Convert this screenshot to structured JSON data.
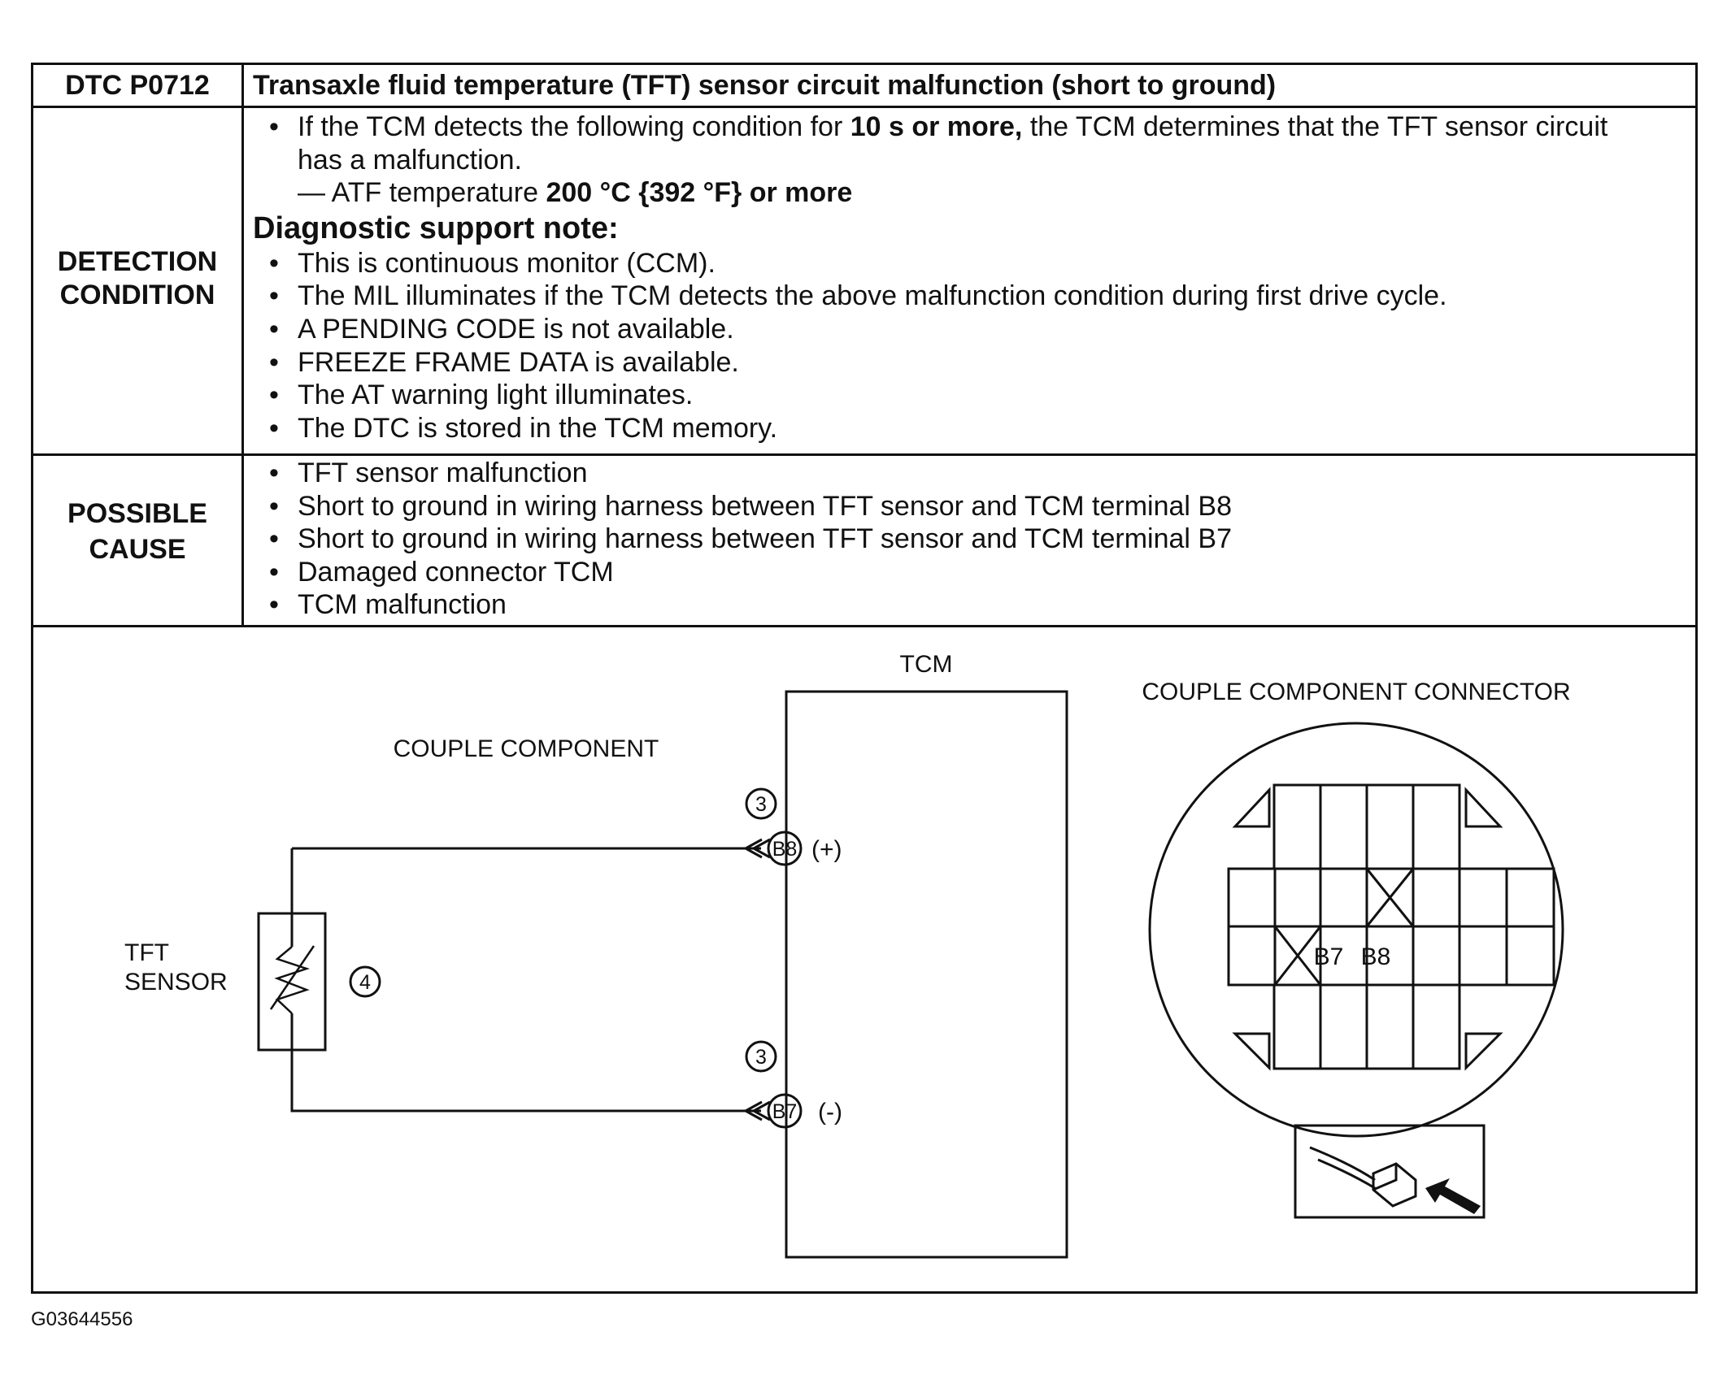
{
  "header": {
    "code": "DTC P0712",
    "title": "Transaxle fluid temperature (TFT) sensor circuit malfunction (short to ground)"
  },
  "detection": {
    "label_line1": "DETECTION",
    "label_line2": "CONDITION",
    "intro_a": "If the TCM detects the following condition for ",
    "intro_b": "10 s or more,",
    "intro_c": " the TCM determines that the TFT sensor circuit",
    "intro_d": "has a malfunction.",
    "cond_a": "— ATF temperature ",
    "cond_b": "200 °C {392 °F} or more",
    "support_title": "Diagnostic support note:",
    "notes": [
      "This is continuous monitor (CCM).",
      "The MIL illuminates if the TCM detects the above malfunction condition during first drive cycle.",
      "A PENDING CODE is not available.",
      "FREEZE FRAME DATA is available.",
      "The AT warning light illuminates.",
      "The DTC is stored in the TCM memory."
    ]
  },
  "possible_cause": {
    "label_line1": "POSSIBLE",
    "label_line2": "CAUSE",
    "items": [
      "TFT sensor malfunction",
      "Short to ground in wiring harness between TFT sensor and TCM terminal B8",
      "Short to ground in wiring harness between TFT sensor and TCM terminal B7",
      "Damaged connector TCM",
      "TCM malfunction"
    ]
  },
  "diagram": {
    "tcm_label": "TCM",
    "couple_component": "COUPLE COMPONENT",
    "connector_title": "COUPLE COMPONENT CONNECTOR",
    "sensor_label_line1": "TFT",
    "sensor_label_line2": "SENSOR",
    "callout_connector": "3",
    "callout_sensor": "4",
    "terminal_top": "B8",
    "terminal_top_polarity": "(+)",
    "terminal_bottom": "B7",
    "terminal_bottom_polarity": "(-)",
    "pin_b7": "B7",
    "pin_b8": "B8"
  },
  "figure_id": "G03644556",
  "bullet_glyph": "•"
}
